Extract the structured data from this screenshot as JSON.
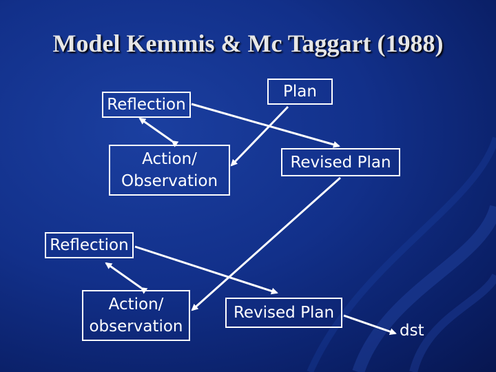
{
  "title": "Model Kemmis & Mc Taggart (1988)",
  "colors": {
    "background": "#12308a",
    "box_border": "#ffffff",
    "text": "#ffffff",
    "title_text": "#e6e6e6",
    "arrow": "#ffffff"
  },
  "boxes": {
    "plan": "Plan",
    "reflection_1": "Reflection",
    "action_1": "Action/\nObservation",
    "revised_plan_1": "Revised Plan",
    "reflection_2": "Reflection",
    "action_2": "Action/\nobservation",
    "revised_plan_2": "Revised Plan"
  },
  "labels": {
    "dst": "dst"
  }
}
